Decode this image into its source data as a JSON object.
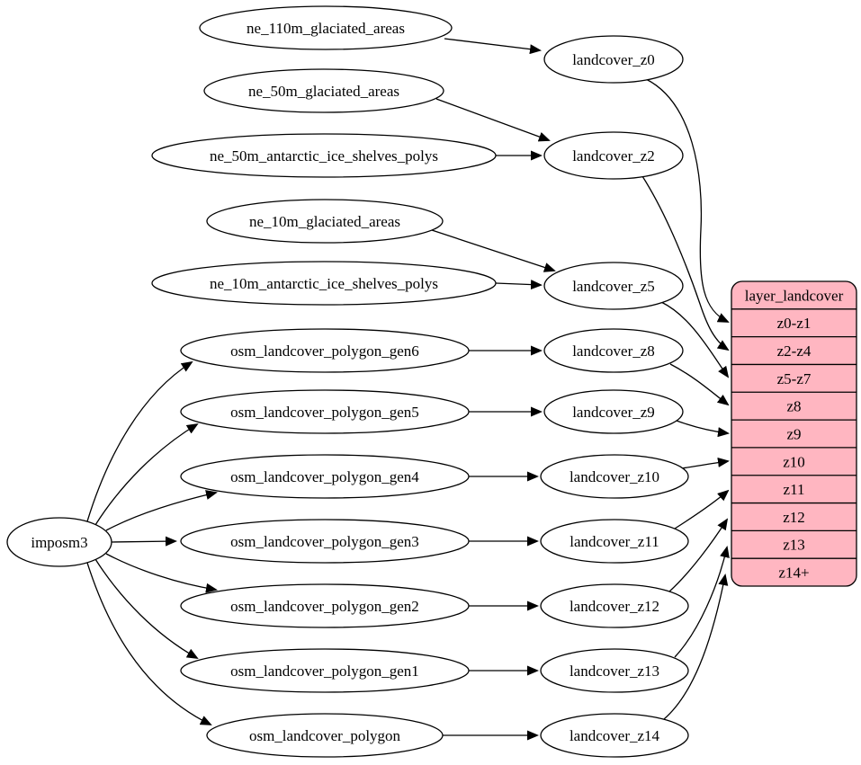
{
  "nodes": [
    {
      "id": "imposm3",
      "label": "imposm3"
    },
    {
      "id": "ne_110m_glaciated_areas",
      "label": "ne_110m_glaciated_areas"
    },
    {
      "id": "ne_50m_glaciated_areas",
      "label": "ne_50m_glaciated_areas"
    },
    {
      "id": "ne_50m_antarctic_ice_shelves_polys",
      "label": "ne_50m_antarctic_ice_shelves_polys"
    },
    {
      "id": "ne_10m_glaciated_areas",
      "label": "ne_10m_glaciated_areas"
    },
    {
      "id": "ne_10m_antarctic_ice_shelves_polys",
      "label": "ne_10m_antarctic_ice_shelves_polys"
    },
    {
      "id": "osm_landcover_polygon_gen6",
      "label": "osm_landcover_polygon_gen6"
    },
    {
      "id": "osm_landcover_polygon_gen5",
      "label": "osm_landcover_polygon_gen5"
    },
    {
      "id": "osm_landcover_polygon_gen4",
      "label": "osm_landcover_polygon_gen4"
    },
    {
      "id": "osm_landcover_polygon_gen3",
      "label": "osm_landcover_polygon_gen3"
    },
    {
      "id": "osm_landcover_polygon_gen2",
      "label": "osm_landcover_polygon_gen2"
    },
    {
      "id": "osm_landcover_polygon_gen1",
      "label": "osm_landcover_polygon_gen1"
    },
    {
      "id": "osm_landcover_polygon",
      "label": "osm_landcover_polygon"
    },
    {
      "id": "landcover_z0",
      "label": "landcover_z0"
    },
    {
      "id": "landcover_z2",
      "label": "landcover_z2"
    },
    {
      "id": "landcover_z5",
      "label": "landcover_z5"
    },
    {
      "id": "landcover_z8",
      "label": "landcover_z8"
    },
    {
      "id": "landcover_z9",
      "label": "landcover_z9"
    },
    {
      "id": "landcover_z10",
      "label": "landcover_z10"
    },
    {
      "id": "landcover_z11",
      "label": "landcover_z11"
    },
    {
      "id": "landcover_z12",
      "label": "landcover_z12"
    },
    {
      "id": "landcover_z13",
      "label": "landcover_z13"
    },
    {
      "id": "landcover_z14",
      "label": "landcover_z14"
    }
  ],
  "table": {
    "id": "layer_landcover",
    "title": "layer_landcover",
    "rows": [
      "z0-z1",
      "z2-z4",
      "z5-z7",
      "z8",
      "z9",
      "z10",
      "z11",
      "z12",
      "z13",
      "z14+"
    ]
  },
  "edges": [
    [
      "ne_110m_glaciated_areas",
      "landcover_z0"
    ],
    [
      "ne_50m_glaciated_areas",
      "landcover_z2"
    ],
    [
      "ne_50m_antarctic_ice_shelves_polys",
      "landcover_z2"
    ],
    [
      "ne_10m_glaciated_areas",
      "landcover_z5"
    ],
    [
      "ne_10m_antarctic_ice_shelves_polys",
      "landcover_z5"
    ],
    [
      "osm_landcover_polygon_gen6",
      "landcover_z8"
    ],
    [
      "osm_landcover_polygon_gen5",
      "landcover_z9"
    ],
    [
      "osm_landcover_polygon_gen4",
      "landcover_z10"
    ],
    [
      "osm_landcover_polygon_gen3",
      "landcover_z11"
    ],
    [
      "osm_landcover_polygon_gen2",
      "landcover_z12"
    ],
    [
      "osm_landcover_polygon_gen1",
      "landcover_z13"
    ],
    [
      "osm_landcover_polygon",
      "landcover_z14"
    ],
    [
      "imposm3",
      "osm_landcover_polygon_gen6"
    ],
    [
      "imposm3",
      "osm_landcover_polygon_gen5"
    ],
    [
      "imposm3",
      "osm_landcover_polygon_gen4"
    ],
    [
      "imposm3",
      "osm_landcover_polygon_gen3"
    ],
    [
      "imposm3",
      "osm_landcover_polygon_gen2"
    ],
    [
      "imposm3",
      "osm_landcover_polygon_gen1"
    ],
    [
      "imposm3",
      "osm_landcover_polygon"
    ],
    [
      "landcover_z0",
      "layer_landcover:z0-z1"
    ],
    [
      "landcover_z2",
      "layer_landcover:z2-z4"
    ],
    [
      "landcover_z5",
      "layer_landcover:z5-z7"
    ],
    [
      "landcover_z8",
      "layer_landcover:z8"
    ],
    [
      "landcover_z9",
      "layer_landcover:z9"
    ],
    [
      "landcover_z10",
      "layer_landcover:z10"
    ],
    [
      "landcover_z11",
      "layer_landcover:z11"
    ],
    [
      "landcover_z12",
      "layer_landcover:z12"
    ],
    [
      "landcover_z13",
      "layer_landcover:z13"
    ],
    [
      "landcover_z14",
      "layer_landcover:z14+"
    ]
  ],
  "colors": {
    "background": "#ffffff",
    "node_fill": "#ffffff",
    "table_fill": "#ffb6c1",
    "stroke": "#000000",
    "text": "#000000"
  }
}
